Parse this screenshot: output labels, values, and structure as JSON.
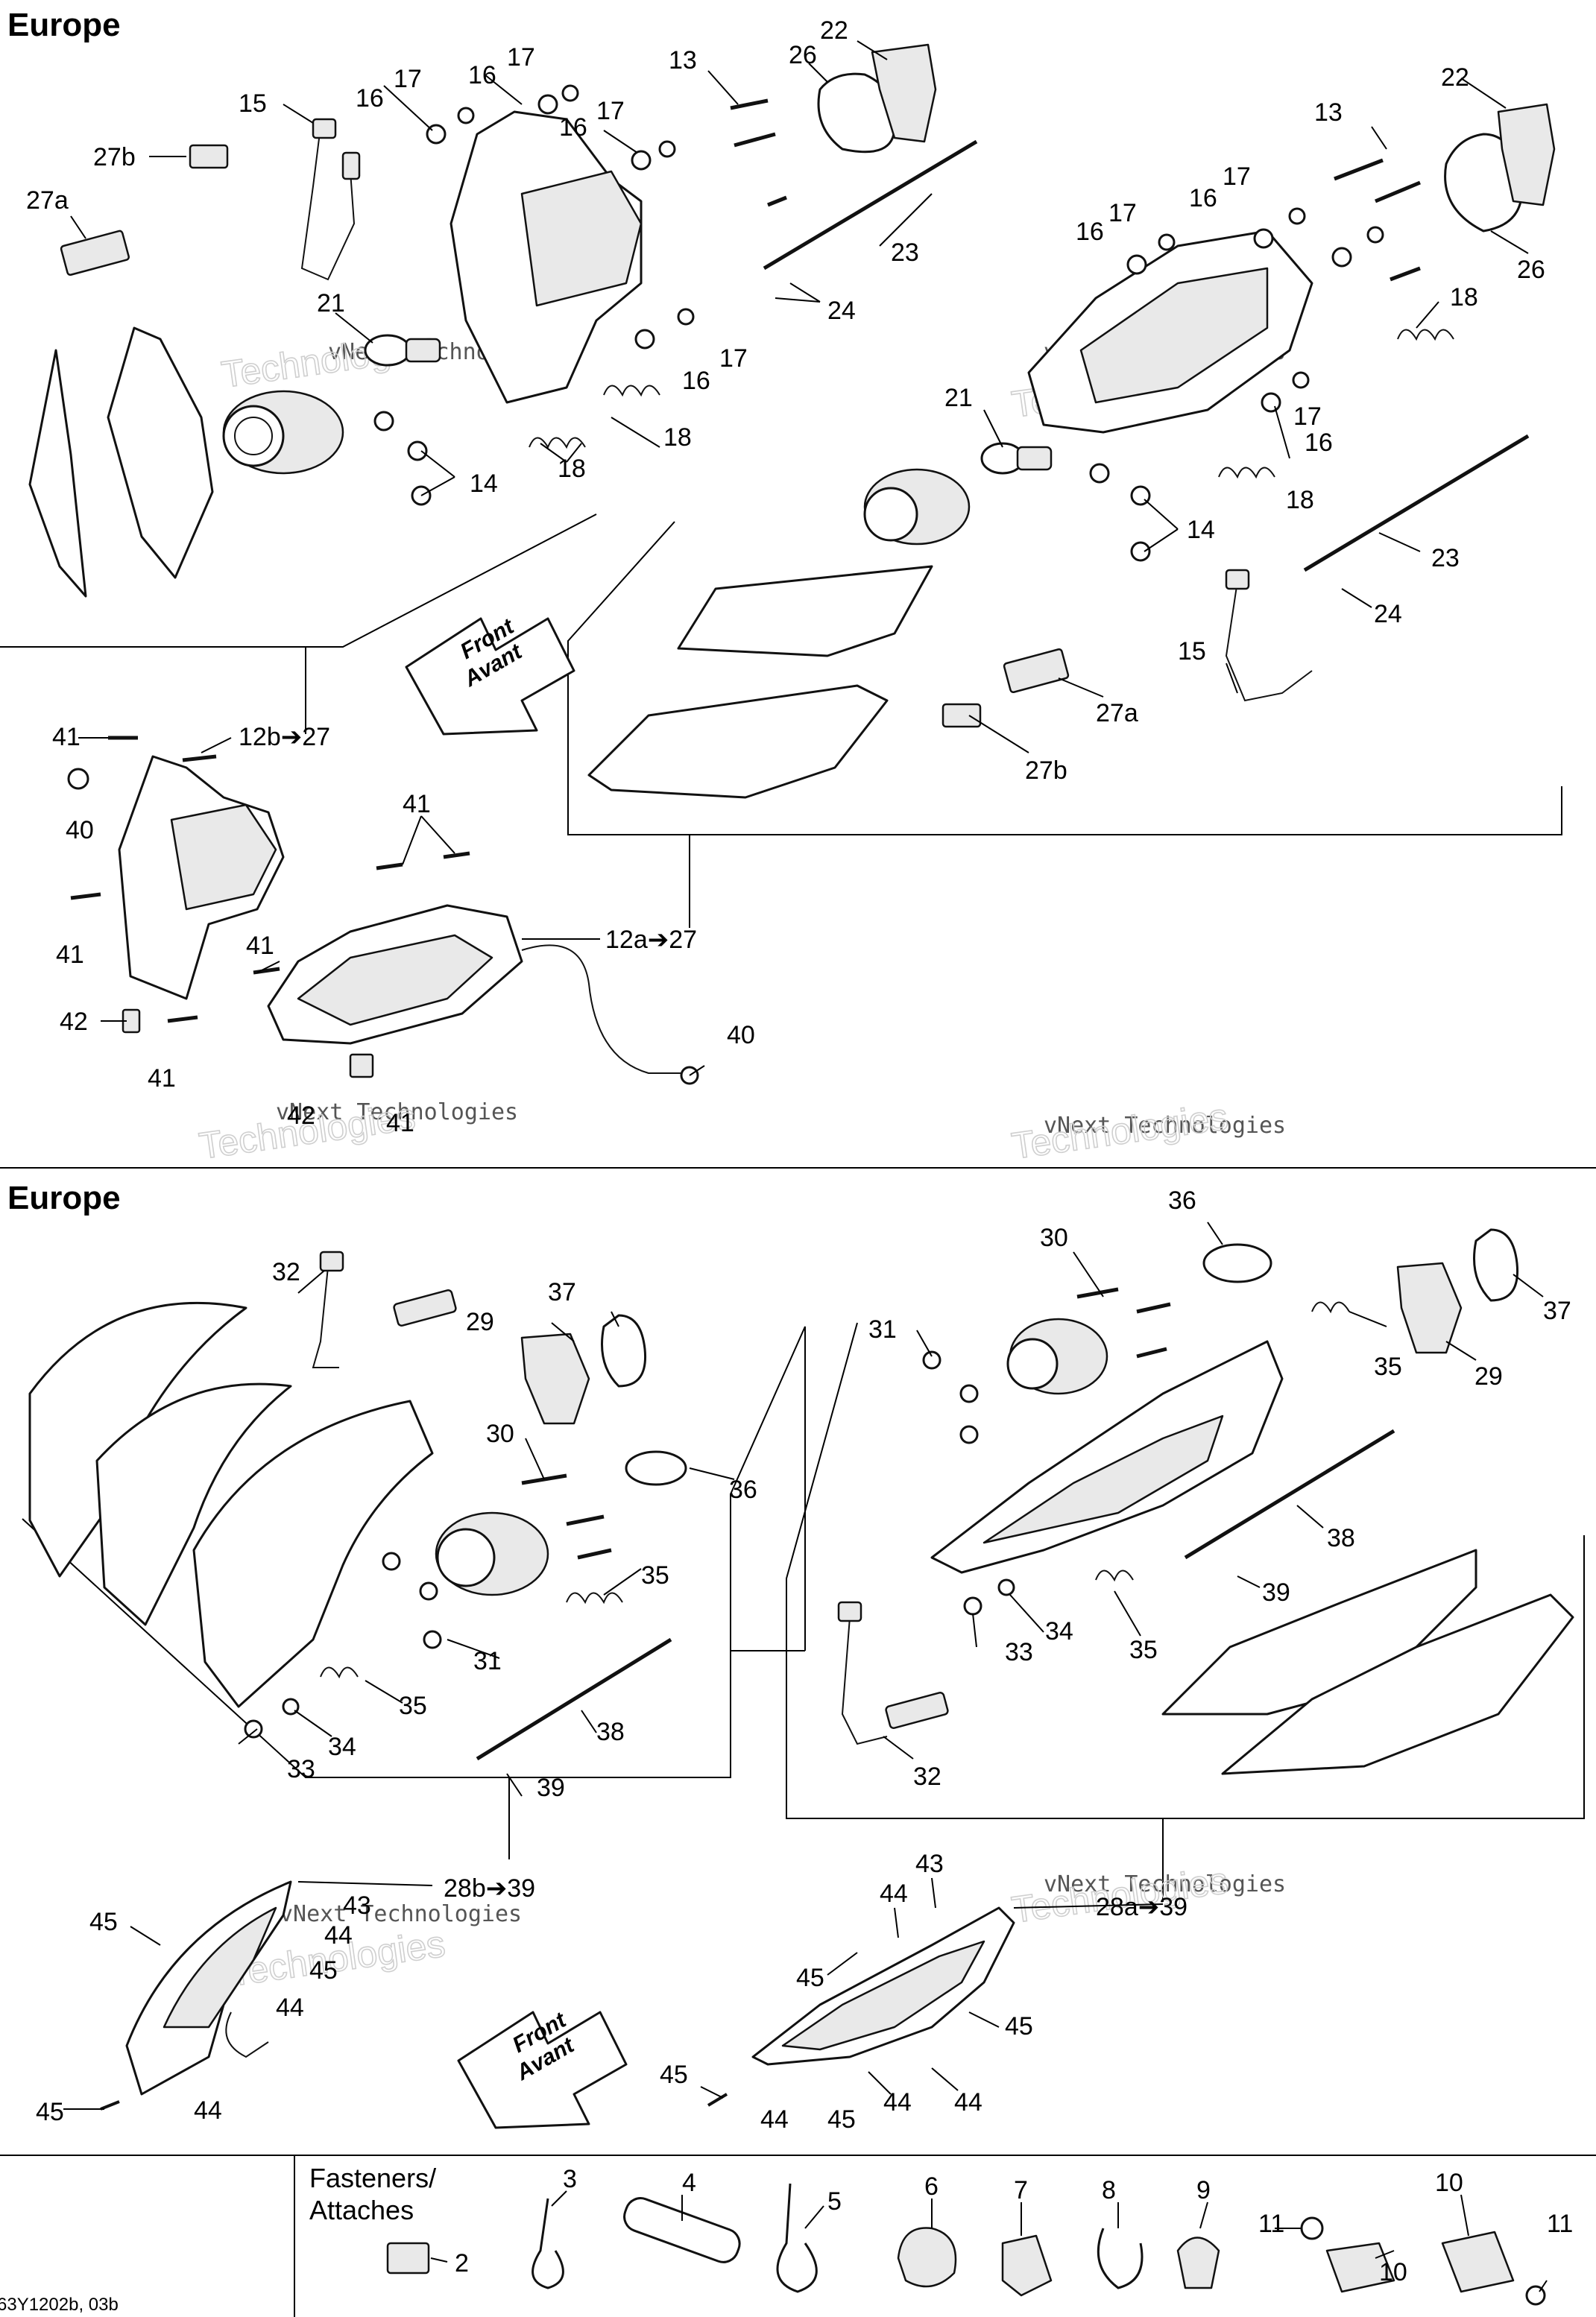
{
  "sections": {
    "top_title": "Europe",
    "bottom_title": "Europe"
  },
  "arrows": {
    "front_line1": "Front",
    "front_line2": "Avant"
  },
  "fasteners_box": {
    "title_line1": "Fasteners/",
    "title_line2": "Attaches"
  },
  "document_ref": "63Y1202b, 03b",
  "watermarks": {
    "brand": "vNext Technologies",
    "word": "Technologies"
  },
  "callouts": {
    "c22": "22",
    "c26": "26",
    "c13": "13",
    "c17": "17",
    "c16": "16",
    "c15": "15",
    "c27b": "27b",
    "c27a": "27a",
    "c21": "21",
    "c23": "23",
    "c24": "24",
    "c18": "18",
    "c14": "14",
    "c41": "41",
    "c40": "40",
    "c42": "42",
    "c12b27": "12b➔27",
    "c12a27": "12a➔27",
    "c32": "32",
    "c37": "37",
    "c29": "29",
    "c30": "30",
    "c36": "36",
    "c35": "35",
    "c31": "31",
    "c34": "34",
    "c33": "33",
    "c38": "38",
    "c39": "39",
    "c28b39": "28b➔39",
    "c28a39": "28a➔39",
    "c45": "45",
    "c43": "43",
    "c44": "44",
    "c2": "2",
    "c3": "3",
    "c4": "4",
    "c5": "5",
    "c6": "6",
    "c7": "7",
    "c8": "8",
    "c9": "9",
    "c10": "10",
    "c11": "11"
  }
}
